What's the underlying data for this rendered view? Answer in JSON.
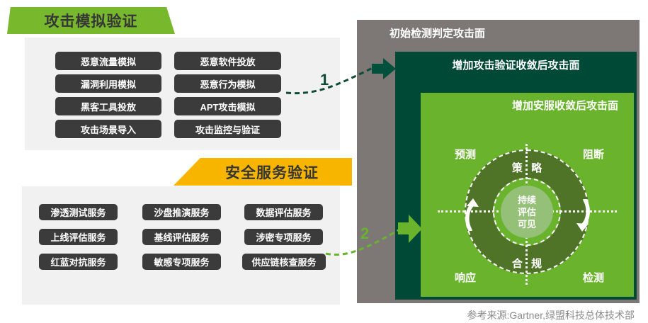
{
  "attack_sim": {
    "title": "攻击模拟验证",
    "buttons": [
      "恶意流量模拟",
      "恶意软件投放",
      "漏洞利用模拟",
      "恶意行为模拟",
      "黑客工具投放",
      "APT攻击模拟",
      "攻击场景导入",
      "攻击监控与验证"
    ]
  },
  "security_svc": {
    "title": "安全服务验证",
    "buttons": [
      "渗透测试服务",
      "沙盘推演服务",
      "数据评估服务",
      "上线评估服务",
      "基线评估服务",
      "涉密专项服务",
      "红蓝对抗服务",
      "敏感专项服务",
      "供应链核查服务"
    ]
  },
  "surface": {
    "outer_label": "初始检测判定攻击面",
    "mid_label": "增加攻击验证收敛后攻击面",
    "inner_label": "增加安服收敛后攻击面"
  },
  "connectors": {
    "one": "1",
    "two": "2"
  },
  "ring": {
    "top_label": "策 略",
    "bottom_label": "合 规",
    "center_lines": [
      "持续",
      "评估",
      "可见"
    ],
    "quadrant_top_left": "预测",
    "quadrant_top_right": "阻断",
    "quadrant_bottom_left": "响应",
    "quadrant_bottom_right": "检测"
  },
  "footer": "参考来源:Gartner,绿盟科技总体技术部",
  "colors": {
    "banner_green": "#77b82d",
    "banner_yellow": "#f7b500",
    "chip_dark": "#3b3b3b",
    "panel_gray": "#f1f1f1",
    "outer_gray": "#7d7875",
    "dark_green": "#004936",
    "light_green": "#6ab32d",
    "ring_green": "#507427",
    "center_green": "#94c078"
  }
}
